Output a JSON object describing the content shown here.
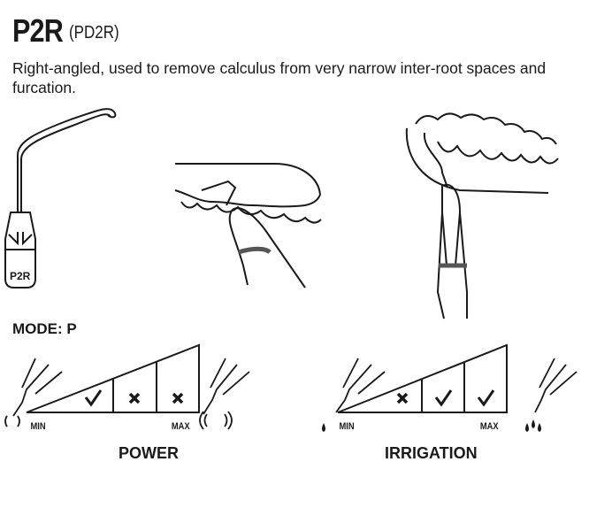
{
  "header": {
    "title": "P2R",
    "subtitle": "(PD2R)"
  },
  "description": "Right-angled, used to remove calculus from very narrow inter-root spaces and furcation.",
  "tip_label": "P2R",
  "mode": "MODE: P",
  "power": {
    "caption": "POWER",
    "min": "MIN",
    "max": "MAX",
    "levels": [
      "ok",
      "no",
      "no"
    ]
  },
  "irrigation": {
    "caption": "IRRIGATION",
    "min": "MIN",
    "max": "MAX",
    "levels": [
      "no",
      "ok",
      "ok"
    ]
  }
}
